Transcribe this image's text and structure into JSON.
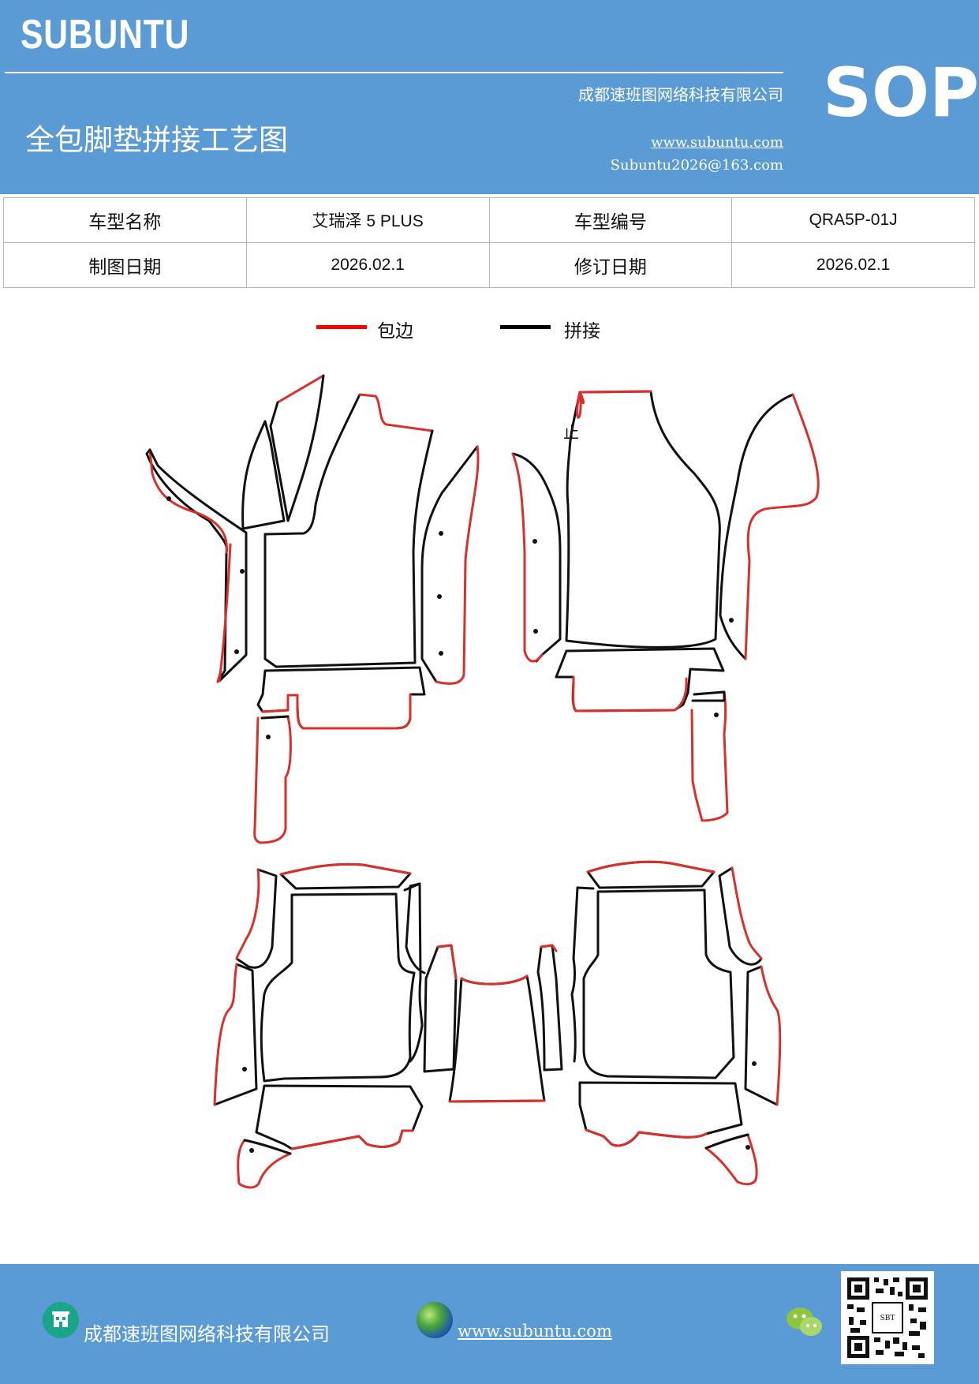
{
  "header": {
    "brand": "SUBUNTU",
    "company": "成都速班图网络科技有限公司",
    "title": "全包脚垫拼接工艺图",
    "website": "www.subuntu.com",
    "email": "Subuntu2026@163.com",
    "badge": "SOP"
  },
  "info": {
    "model_name_label": "车型名称",
    "model_name": "艾瑞泽 5 PLUS",
    "model_code_label": "车型编号",
    "model_code": "QRA5P-01J",
    "drawing_date_label": "制图日期",
    "drawing_date": "2026.02.1",
    "revision_date_label": "修订日期",
    "revision_date": "2026.02.1"
  },
  "legend": {
    "edge_label": "包边",
    "edge_color": "#ff0000",
    "join_label": "拼接",
    "join_color": "#000000"
  },
  "diagram": {
    "marker_text": "止",
    "edge_color": "#d9302c",
    "join_color": "#111111"
  },
  "footer": {
    "company": "成都速班图网络科技有限公司",
    "website": "www.subuntu.com"
  },
  "colors": {
    "header_bg": "#5b9bd5",
    "footer_bg": "#5b9bd5"
  }
}
